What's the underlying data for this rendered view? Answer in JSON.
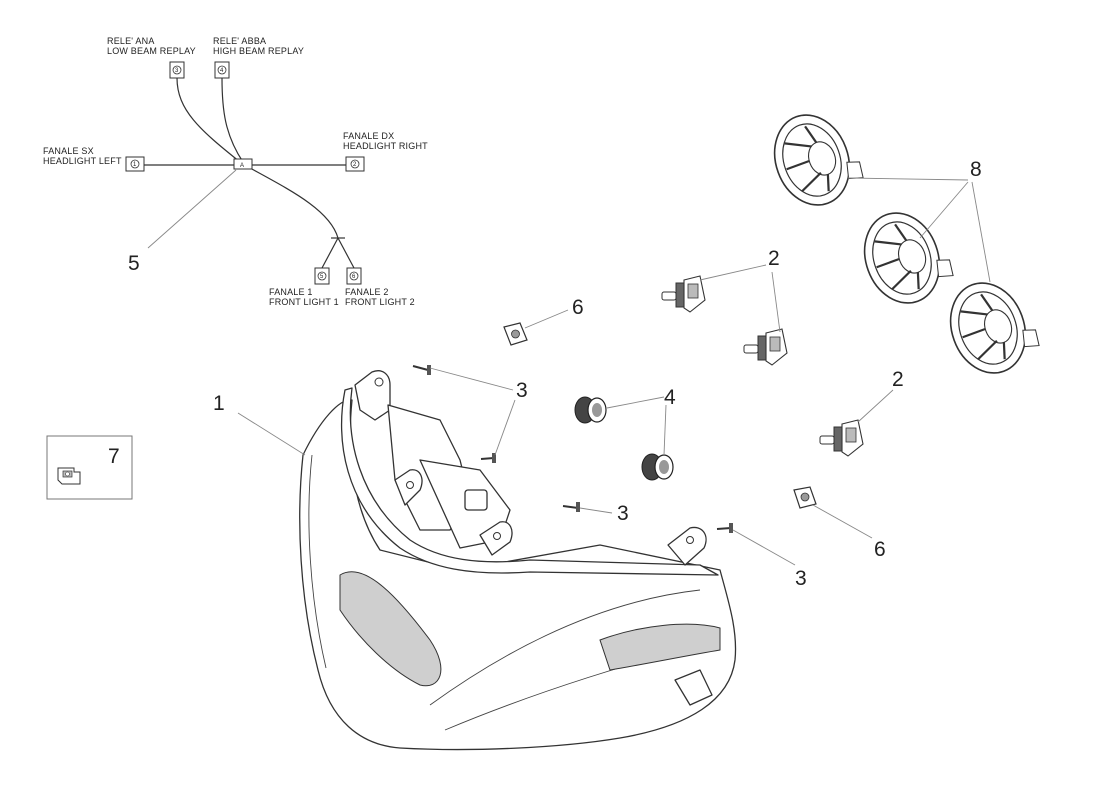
{
  "wiring": {
    "low_beam_relay": {
      "line1": "RELE' ANA",
      "line2": "LOW BEAM REPLAY",
      "pin": "3"
    },
    "high_beam_relay": {
      "line1": "RELE' ABBA",
      "line2": "HIGH BEAM REPLAY",
      "pin": "4"
    },
    "headlight_left": {
      "line1": "FANALE SX",
      "line2": "HEADLIGHT LEFT",
      "pin": "1"
    },
    "headlight_right": {
      "line1": "FANALE DX",
      "line2": "HEADLIGHT RIGHT",
      "pin": "2"
    },
    "front_light_1": {
      "line1": "FANALE 1",
      "line2": "FRONT LIGHT 1",
      "pin": "5"
    },
    "front_light_2": {
      "line1": "FANALE 2",
      "line2": "FRONT LIGHT 2",
      "pin": "6"
    },
    "junction_mark": "A"
  },
  "callouts": {
    "c1": "1",
    "c2a": "2",
    "c2b": "2",
    "c3a": "3",
    "c3b": "3",
    "c3c": "3",
    "c4": "4",
    "c5": "5",
    "c6a": "6",
    "c6b": "6",
    "c7": "7",
    "c8": "8"
  },
  "icons": {
    "inset_part": "clip-bracket-icon",
    "bulb": "bulb-icon",
    "screw": "screw-icon",
    "grommet": "grommet-icon",
    "nut": "square-nut-icon",
    "cover": "bulb-cover-icon"
  },
  "colors": {
    "line": "#333333",
    "leader": "#888888",
    "background": "#ffffff"
  }
}
